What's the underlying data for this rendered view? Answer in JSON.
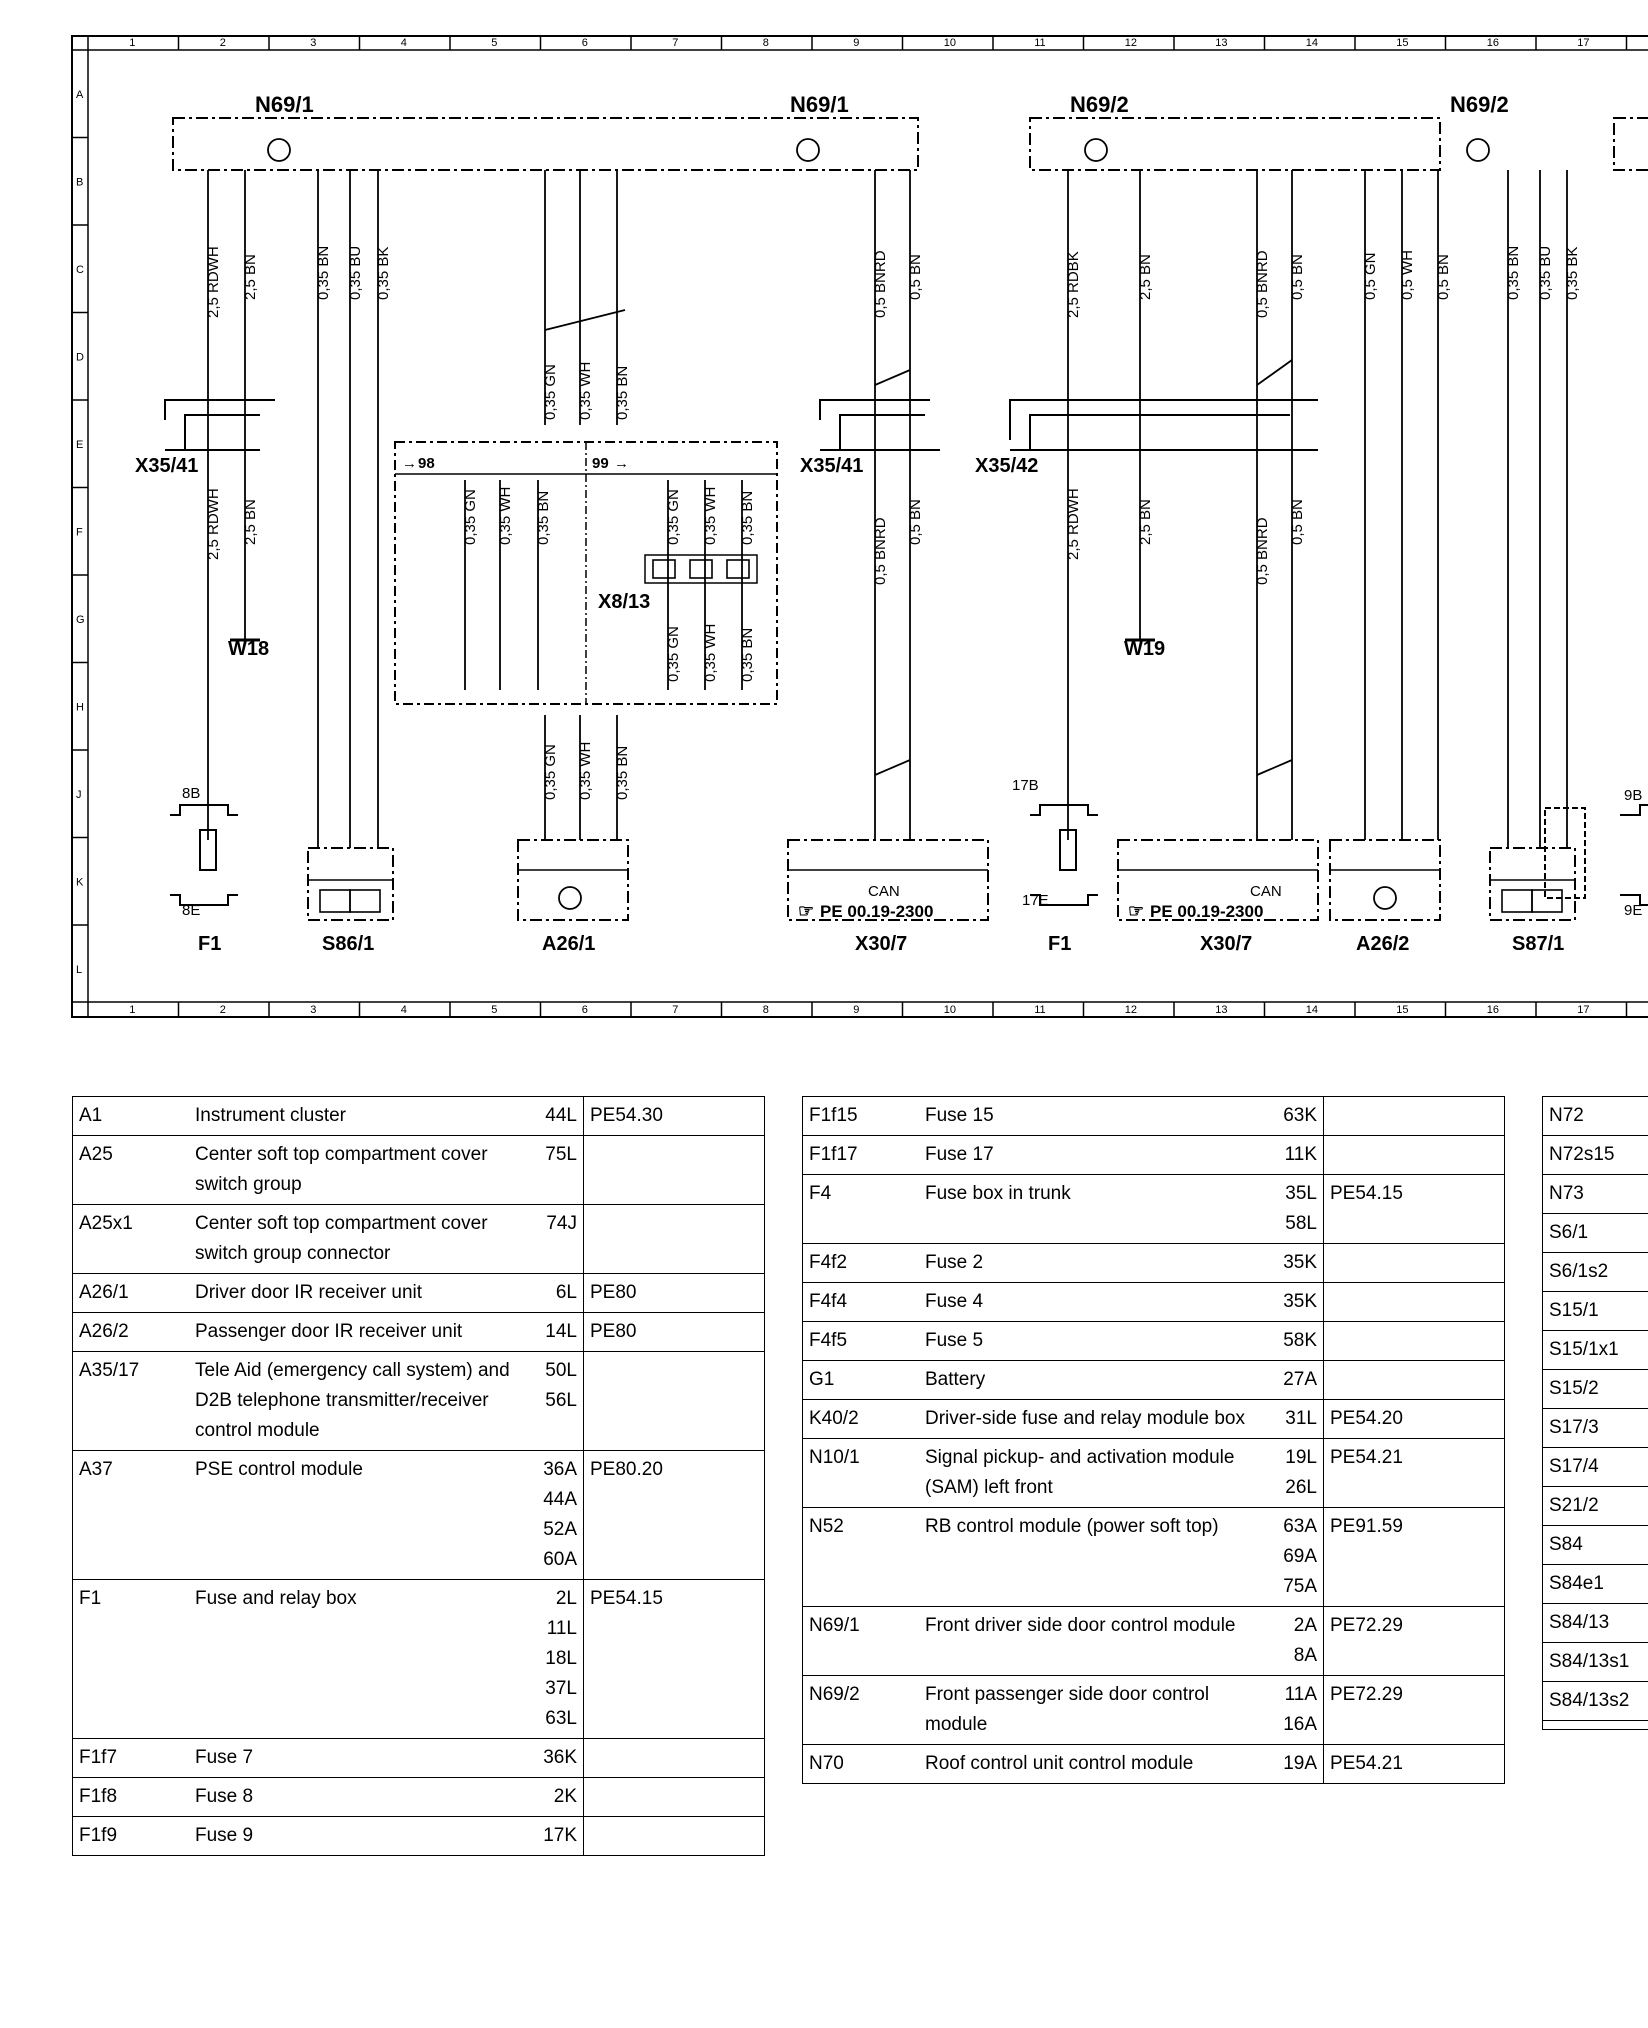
{
  "grid": {
    "cols": [
      "1",
      "2",
      "3",
      "4",
      "5",
      "6",
      "7",
      "8",
      "9",
      "10",
      "11",
      "12",
      "13",
      "14",
      "15",
      "16",
      "17"
    ],
    "rows": [
      "A",
      "B",
      "C",
      "D",
      "E",
      "F",
      "G",
      "H",
      "J",
      "K",
      "L"
    ]
  },
  "components": {
    "n69_1_left": "N69/1",
    "n69_1_right": "N69/1",
    "n69_2_left": "N69/2",
    "n69_2_right": "N69/2",
    "x35_41_a": "X35/41",
    "x35_41_b": "X35/41",
    "x35_42": "X35/42",
    "x8_13": "X8/13",
    "w18": "W18",
    "w19": "W19",
    "f1_a": "F1",
    "f1_b": "F1",
    "s86_1": "S86/1",
    "s87_1": "S87/1",
    "a26_1": "A26/1",
    "a26_2": "A26/2",
    "x30_7_a": "X30/7",
    "x30_7_b": "X30/7",
    "pe_a": "PE 00.19-2300",
    "pe_b": "PE 00.19-2300",
    "can_a": "CAN",
    "can_b": "CAN",
    "ref98": "98",
    "ref99": "99",
    "fuse8b": "8B",
    "fuse8e": "8E",
    "fuse17b": "17B",
    "fuse17e": "17E",
    "fuse9b": "9B",
    "fuse9e": "9E"
  },
  "wires": {
    "rdwh_top": "2,5 RDWH",
    "bn25_top": "2,5 BN",
    "rdwh_bot": "2,5 RDWH",
    "bn25_bot": "2,5 BN",
    "bn035": "0,35 BN",
    "bu035": "0,35 BU",
    "bk035": "0,35 BK",
    "gn035": "0,35 GN",
    "wh035": "0,35 WH",
    "bnred": "0,5 BNRD",
    "bn05": "0,5 BN",
    "rdbk": "2,5 RDBK",
    "gn05": "0,5 GN",
    "wh05": "0,5 WH"
  },
  "legend": {
    "table1": [
      {
        "code": "A1",
        "desc": "Instrument cluster",
        "loc": "44L",
        "ref": "PE54.30"
      },
      {
        "code": "A25",
        "desc": "Center soft top compartment cover switch group",
        "loc": "75L",
        "ref": ""
      },
      {
        "code": "A25x1",
        "desc": "Center soft top compartment cover switch group connector",
        "loc": "74J",
        "ref": ""
      },
      {
        "code": "A26/1",
        "desc": "Driver door IR receiver unit",
        "loc": "6L",
        "ref": "PE80"
      },
      {
        "code": "A26/2",
        "desc": "Passenger door IR receiver unit",
        "loc": "14L",
        "ref": "PE80"
      },
      {
        "code": "A35/17",
        "desc": "Tele Aid (emergency call system) and D2B telephone transmitter/receiver control module",
        "loc": "50L\n56L",
        "ref": ""
      },
      {
        "code": "A37",
        "desc": "PSE control module",
        "loc": "36A\n44A\n52A\n60A",
        "ref": "PE80.20"
      },
      {
        "code": "F1",
        "desc": "Fuse and relay box",
        "loc": "2L\n11L\n18L\n37L\n63L",
        "ref": "PE54.15"
      },
      {
        "code": "F1f7",
        "desc": "Fuse 7",
        "loc": "36K",
        "ref": ""
      },
      {
        "code": "F1f8",
        "desc": "Fuse 8",
        "loc": "2K",
        "ref": ""
      },
      {
        "code": "F1f9",
        "desc": "Fuse 9",
        "loc": "17K",
        "ref": ""
      }
    ],
    "table2": [
      {
        "code": "F1f15",
        "desc": "Fuse 15",
        "loc": "63K",
        "ref": ""
      },
      {
        "code": "F1f17",
        "desc": "Fuse 17",
        "loc": "11K",
        "ref": ""
      },
      {
        "code": "F4",
        "desc": "Fuse box in trunk",
        "loc": "35L\n58L",
        "ref": "PE54.15"
      },
      {
        "code": "F4f2",
        "desc": "Fuse 2",
        "loc": "35K",
        "ref": ""
      },
      {
        "code": "F4f4",
        "desc": "Fuse 4",
        "loc": "35K",
        "ref": ""
      },
      {
        "code": "F4f5",
        "desc": "Fuse 5",
        "loc": "58K",
        "ref": ""
      },
      {
        "code": "G1",
        "desc": "Battery",
        "loc": "27A",
        "ref": ""
      },
      {
        "code": "K40/2",
        "desc": "Driver-side fuse and relay module box",
        "loc": "31L",
        "ref": "PE54.20"
      },
      {
        "code": "N10/1",
        "desc": "Signal pickup- and activation module (SAM) left front",
        "loc": "19L\n26L",
        "ref": "PE54.21"
      },
      {
        "code": "N52",
        "desc": "RB control module (power soft top)",
        "loc": "63A\n69A\n75A",
        "ref": "PE91.59"
      },
      {
        "code": "N69/1",
        "desc": "Front driver side door control module",
        "loc": "2A\n8A",
        "ref": "PE72.29"
      },
      {
        "code": "N69/2",
        "desc": "Front passenger side door control module",
        "loc": "11A\n16A",
        "ref": "PE72.29"
      },
      {
        "code": "N70",
        "desc": "Roof control unit control module",
        "loc": "19A",
        "ref": "PE54.21"
      }
    ],
    "table3": [
      {
        "code": "N72"
      },
      {
        "code": "N72s15"
      },
      {
        "code": "N73"
      },
      {
        "code": "S6/1"
      },
      {
        "code": "S6/1s2"
      },
      {
        "code": "S15/1"
      },
      {
        "code": "S15/1x1"
      },
      {
        "code": "S15/2"
      },
      {
        "code": "S17/3"
      },
      {
        "code": "S17/4"
      },
      {
        "code": "S21/2"
      },
      {
        "code": "S84"
      },
      {
        "code": "S84e1"
      },
      {
        "code": "S84/13"
      },
      {
        "code": "S84/13s1"
      },
      {
        "code": "S84/13s2"
      },
      {
        "code": ""
      }
    ]
  }
}
